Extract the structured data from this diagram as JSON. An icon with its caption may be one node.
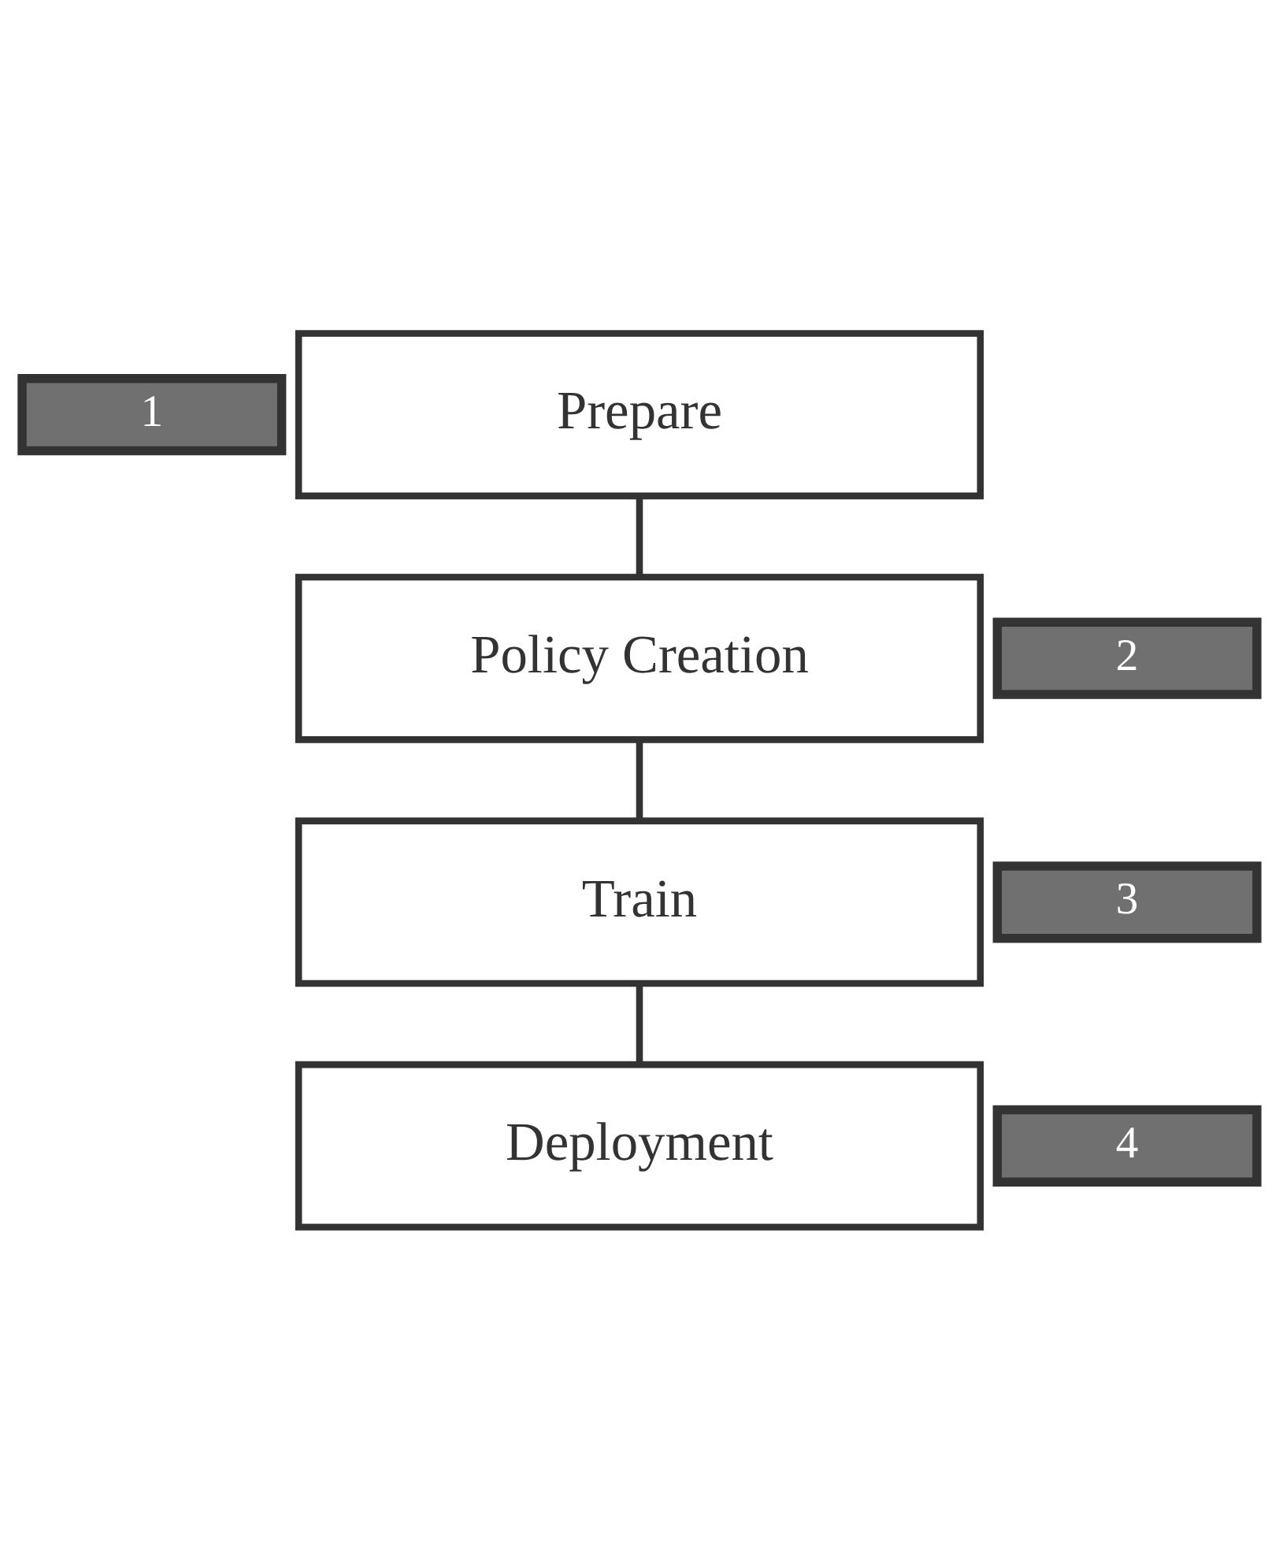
{
  "diagram": {
    "nodes": [
      {
        "text": [
          "1"
        ]
      },
      {
        "text": [
          "Prepare"
        ]
      },
      {
        "text": [
          "2"
        ]
      },
      {
        "text": [
          "Policy Creation"
        ]
      },
      {
        "text": [
          "3"
        ]
      },
      {
        "text": [
          "Train"
        ]
      },
      {
        "text": [
          "4"
        ]
      },
      {
        "text": [
          "Deployment"
        ]
      }
    ],
    "edges": [
      {
        "from": 1,
        "to": 3,
        "arrow": "none"
      },
      {
        "from": 3,
        "to": 5,
        "arrow": "none"
      },
      {
        "from": 5,
        "to": 7,
        "arrow": "none"
      }
    ]
  }
}
